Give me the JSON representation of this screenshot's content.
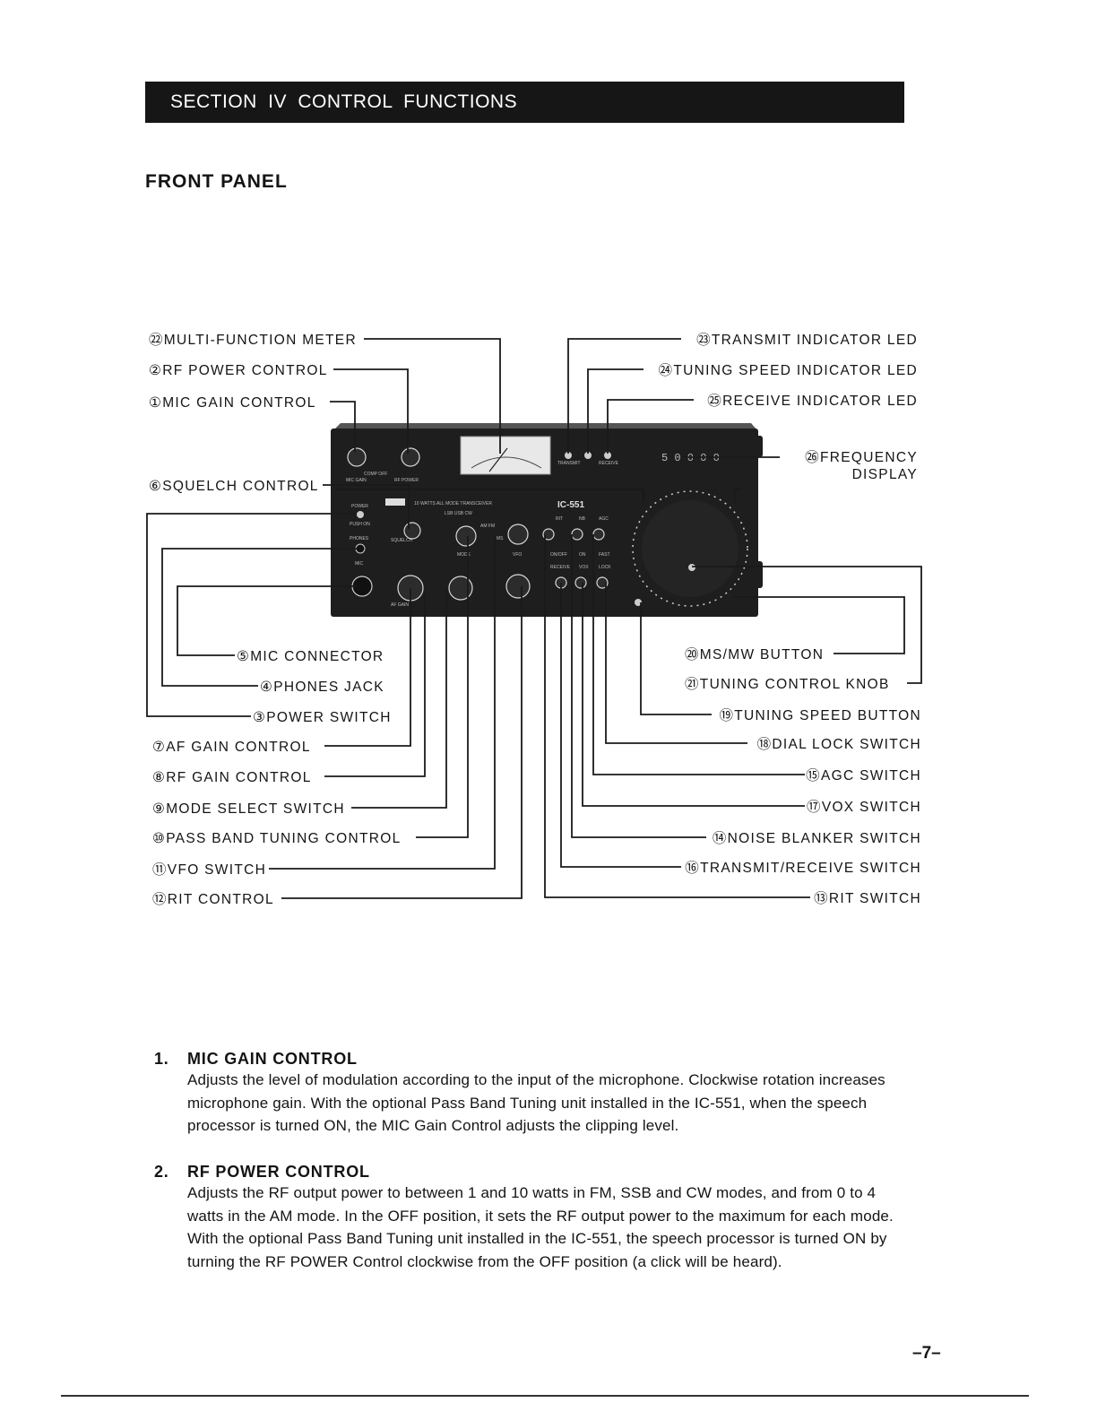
{
  "section_title": "SECTION IV CONTROL FUNCTIONS",
  "front_panel_title": "FRONT PANEL",
  "diagram": {
    "labels_left": {
      "c22": "㉒MULTI-FUNCTION METER",
      "c2": "②RF POWER CONTROL",
      "c1": "①MIC GAIN CONTROL",
      "c6": "⑥SQUELCH CONTROL",
      "c5": "⑤MIC CONNECTOR",
      "c4": "④PHONES JACK",
      "c3": "③POWER SWITCH",
      "c7": "⑦AF GAIN CONTROL",
      "c8": "⑧RF GAIN CONTROL",
      "c9": "⑨MODE SELECT SWITCH",
      "c10": "⑩PASS BAND TUNING CONTROL",
      "c11": "⑪VFO SWITCH",
      "c12": "⑫RIT CONTROL"
    },
    "labels_right": {
      "c23": "㉓TRANSMIT INDICATOR LED",
      "c24": "㉔TUNING SPEED INDICATOR LED",
      "c25": "㉕RECEIVE INDICATOR LED",
      "c26a": "㉖FREQUENCY",
      "c26b": "DISPLAY",
      "c20": "⑳MS/MW BUTTON",
      "c21": "㉑TUNING CONTROL KNOB",
      "c19": "⑲TUNING SPEED BUTTON",
      "c18": "⑱DIAL LOCK SWITCH",
      "c15": "⑮AGC SWITCH",
      "c17": "⑰VOX SWITCH",
      "c14": "⑭NOISE BLANKER SWITCH",
      "c16": "⑯TRANSMIT/RECEIVE SWITCH",
      "c13": "⑬RIT SWITCH"
    },
    "radio_model": "IC-551",
    "radio_text": {
      "power": "POWER",
      "push_on": "PUSH ON",
      "phones": "PHONES",
      "mic": "MIC",
      "comp": "COMP  OFF",
      "mic_gain": "MIC GAIN",
      "rf_power": "RF POWER",
      "squelch": "SQUELCH",
      "subtitle": "10 WATTS ALL MODE TRANSCEIVER",
      "modes_top": "LSB     USB     CW",
      "modes_bot": "AM   FM",
      "ms": "MS",
      "rit": "RIT",
      "nb": "NB",
      "agc": "AGC",
      "on_off": "ON/OFF",
      "on": "ON",
      "fast": "FAST",
      "receive": "RECEIVE",
      "vox": "VOX",
      "lock": "LOCK",
      "af_gain": "AF GAIN",
      "mode": "MODE",
      "vfo": "VFO",
      "transmit": "TRANSMIT",
      "receive_led": "RECEIVE",
      "freq": "5 0 0 0 0"
    }
  },
  "items": [
    {
      "number": "1.",
      "title": "MIC GAIN CONTROL",
      "body": "Adjusts the level of modulation according to the input of the microphone. Clockwise rotation increases microphone gain. With the optional Pass Band Tuning unit installed in the IC-551, when the speech processor is turned ON, the MIC Gain Control adjusts the clipping level."
    },
    {
      "number": "2.",
      "title": "RF POWER CONTROL",
      "body": "Adjusts the RF output power to between 1 and 10 watts in FM, SSB and CW modes, and from 0 to 4 watts in the AM mode. In the OFF position, it sets the RF output power to the maximum for each mode. With the optional Pass Band Tuning unit installed in the IC-551, the speech processor is turned ON by turning the RF POWER Control clockwise from the OFF position (a click will be heard)."
    }
  ],
  "page_number": "–7–"
}
